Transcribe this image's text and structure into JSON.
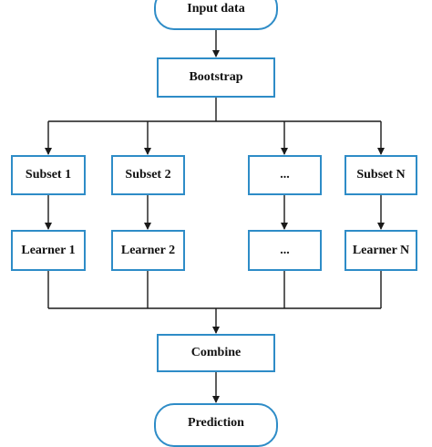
{
  "diagram": {
    "colors": {
      "box_border": "#2e8cc7",
      "line": "#1a1a1a",
      "text": "#111111",
      "background": "#ffffff"
    },
    "nodes": {
      "input": "Input data",
      "bootstrap": "Bootstrap",
      "subsets": [
        "Subset 1",
        "Subset 2",
        "...",
        "Subset N"
      ],
      "learners": [
        "Learner 1",
        "Learner 2",
        "...",
        "Learner N"
      ],
      "combine": "Combine",
      "prediction": "Prediction"
    }
  }
}
